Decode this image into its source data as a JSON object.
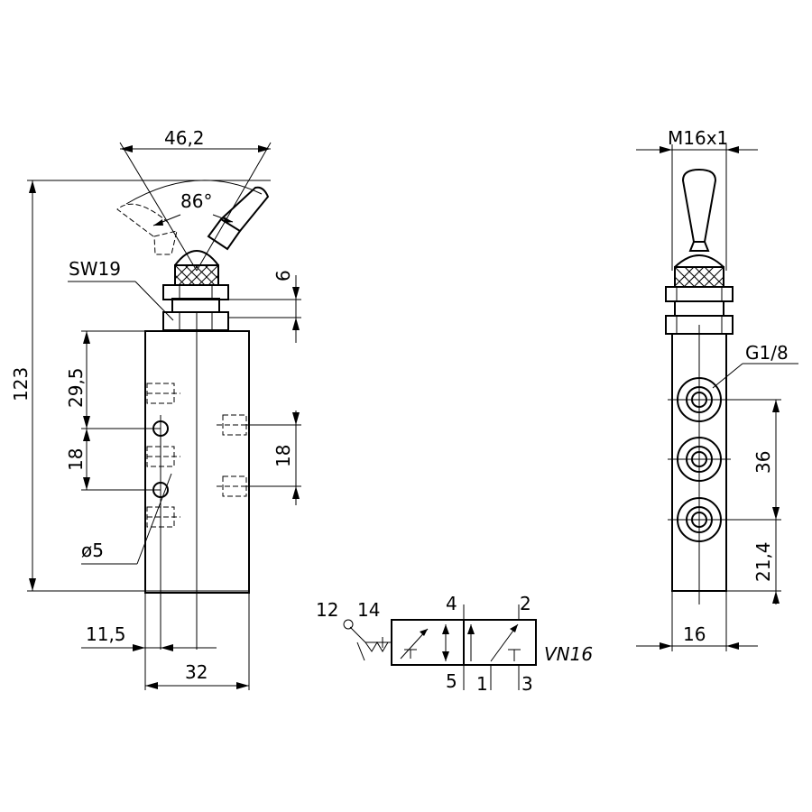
{
  "dimensions": {
    "lever_width": "46,2",
    "lever_angle": "86°",
    "wrench_size": "SW19",
    "nut_height": "6",
    "total_height": "123",
    "first_port_offset": "29,5",
    "port_pitch_left": "18",
    "port_pitch_right": "18",
    "hole_diameter": "ø5",
    "hole_offset": "11,5",
    "body_width": "32",
    "thread": "M16x1",
    "port_thread": "G1/8",
    "side_pitch": "36",
    "side_bottom_offset": "21,4",
    "side_width": "16"
  },
  "symbol": {
    "port_12": "12",
    "port_14": "14",
    "port_4": "4",
    "port_2": "2",
    "port_5": "5",
    "port_1": "1",
    "port_3": "3",
    "model": "VN16"
  }
}
